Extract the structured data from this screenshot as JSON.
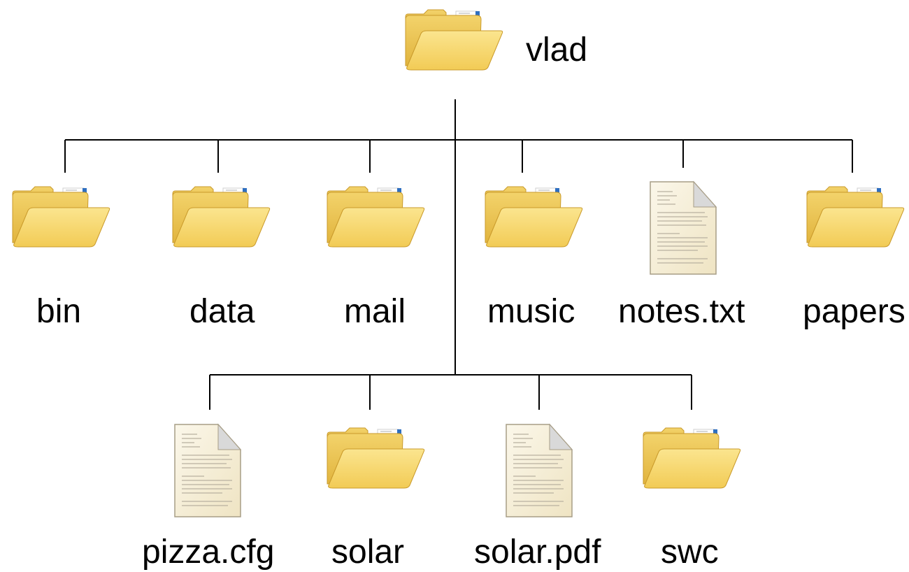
{
  "root": {
    "name": "vlad",
    "type": "folder"
  },
  "level1": [
    {
      "name": "bin",
      "type": "folder"
    },
    {
      "name": "data",
      "type": "folder"
    },
    {
      "name": "mail",
      "type": "folder"
    },
    {
      "name": "music",
      "type": "folder"
    },
    {
      "name": "notes.txt",
      "type": "file"
    },
    {
      "name": "papers",
      "type": "folder"
    }
  ],
  "level2": [
    {
      "name": "pizza.cfg",
      "type": "file"
    },
    {
      "name": "solar",
      "type": "folder"
    },
    {
      "name": "solar.pdf",
      "type": "file"
    },
    {
      "name": "swc",
      "type": "folder"
    }
  ],
  "icons": {
    "folder": "folder-icon",
    "file": "document-icon"
  },
  "colors": {
    "line": "#000000",
    "folder": "#f6d66a",
    "folder_dark": "#e2b640",
    "paper": "#f7f1dc"
  }
}
